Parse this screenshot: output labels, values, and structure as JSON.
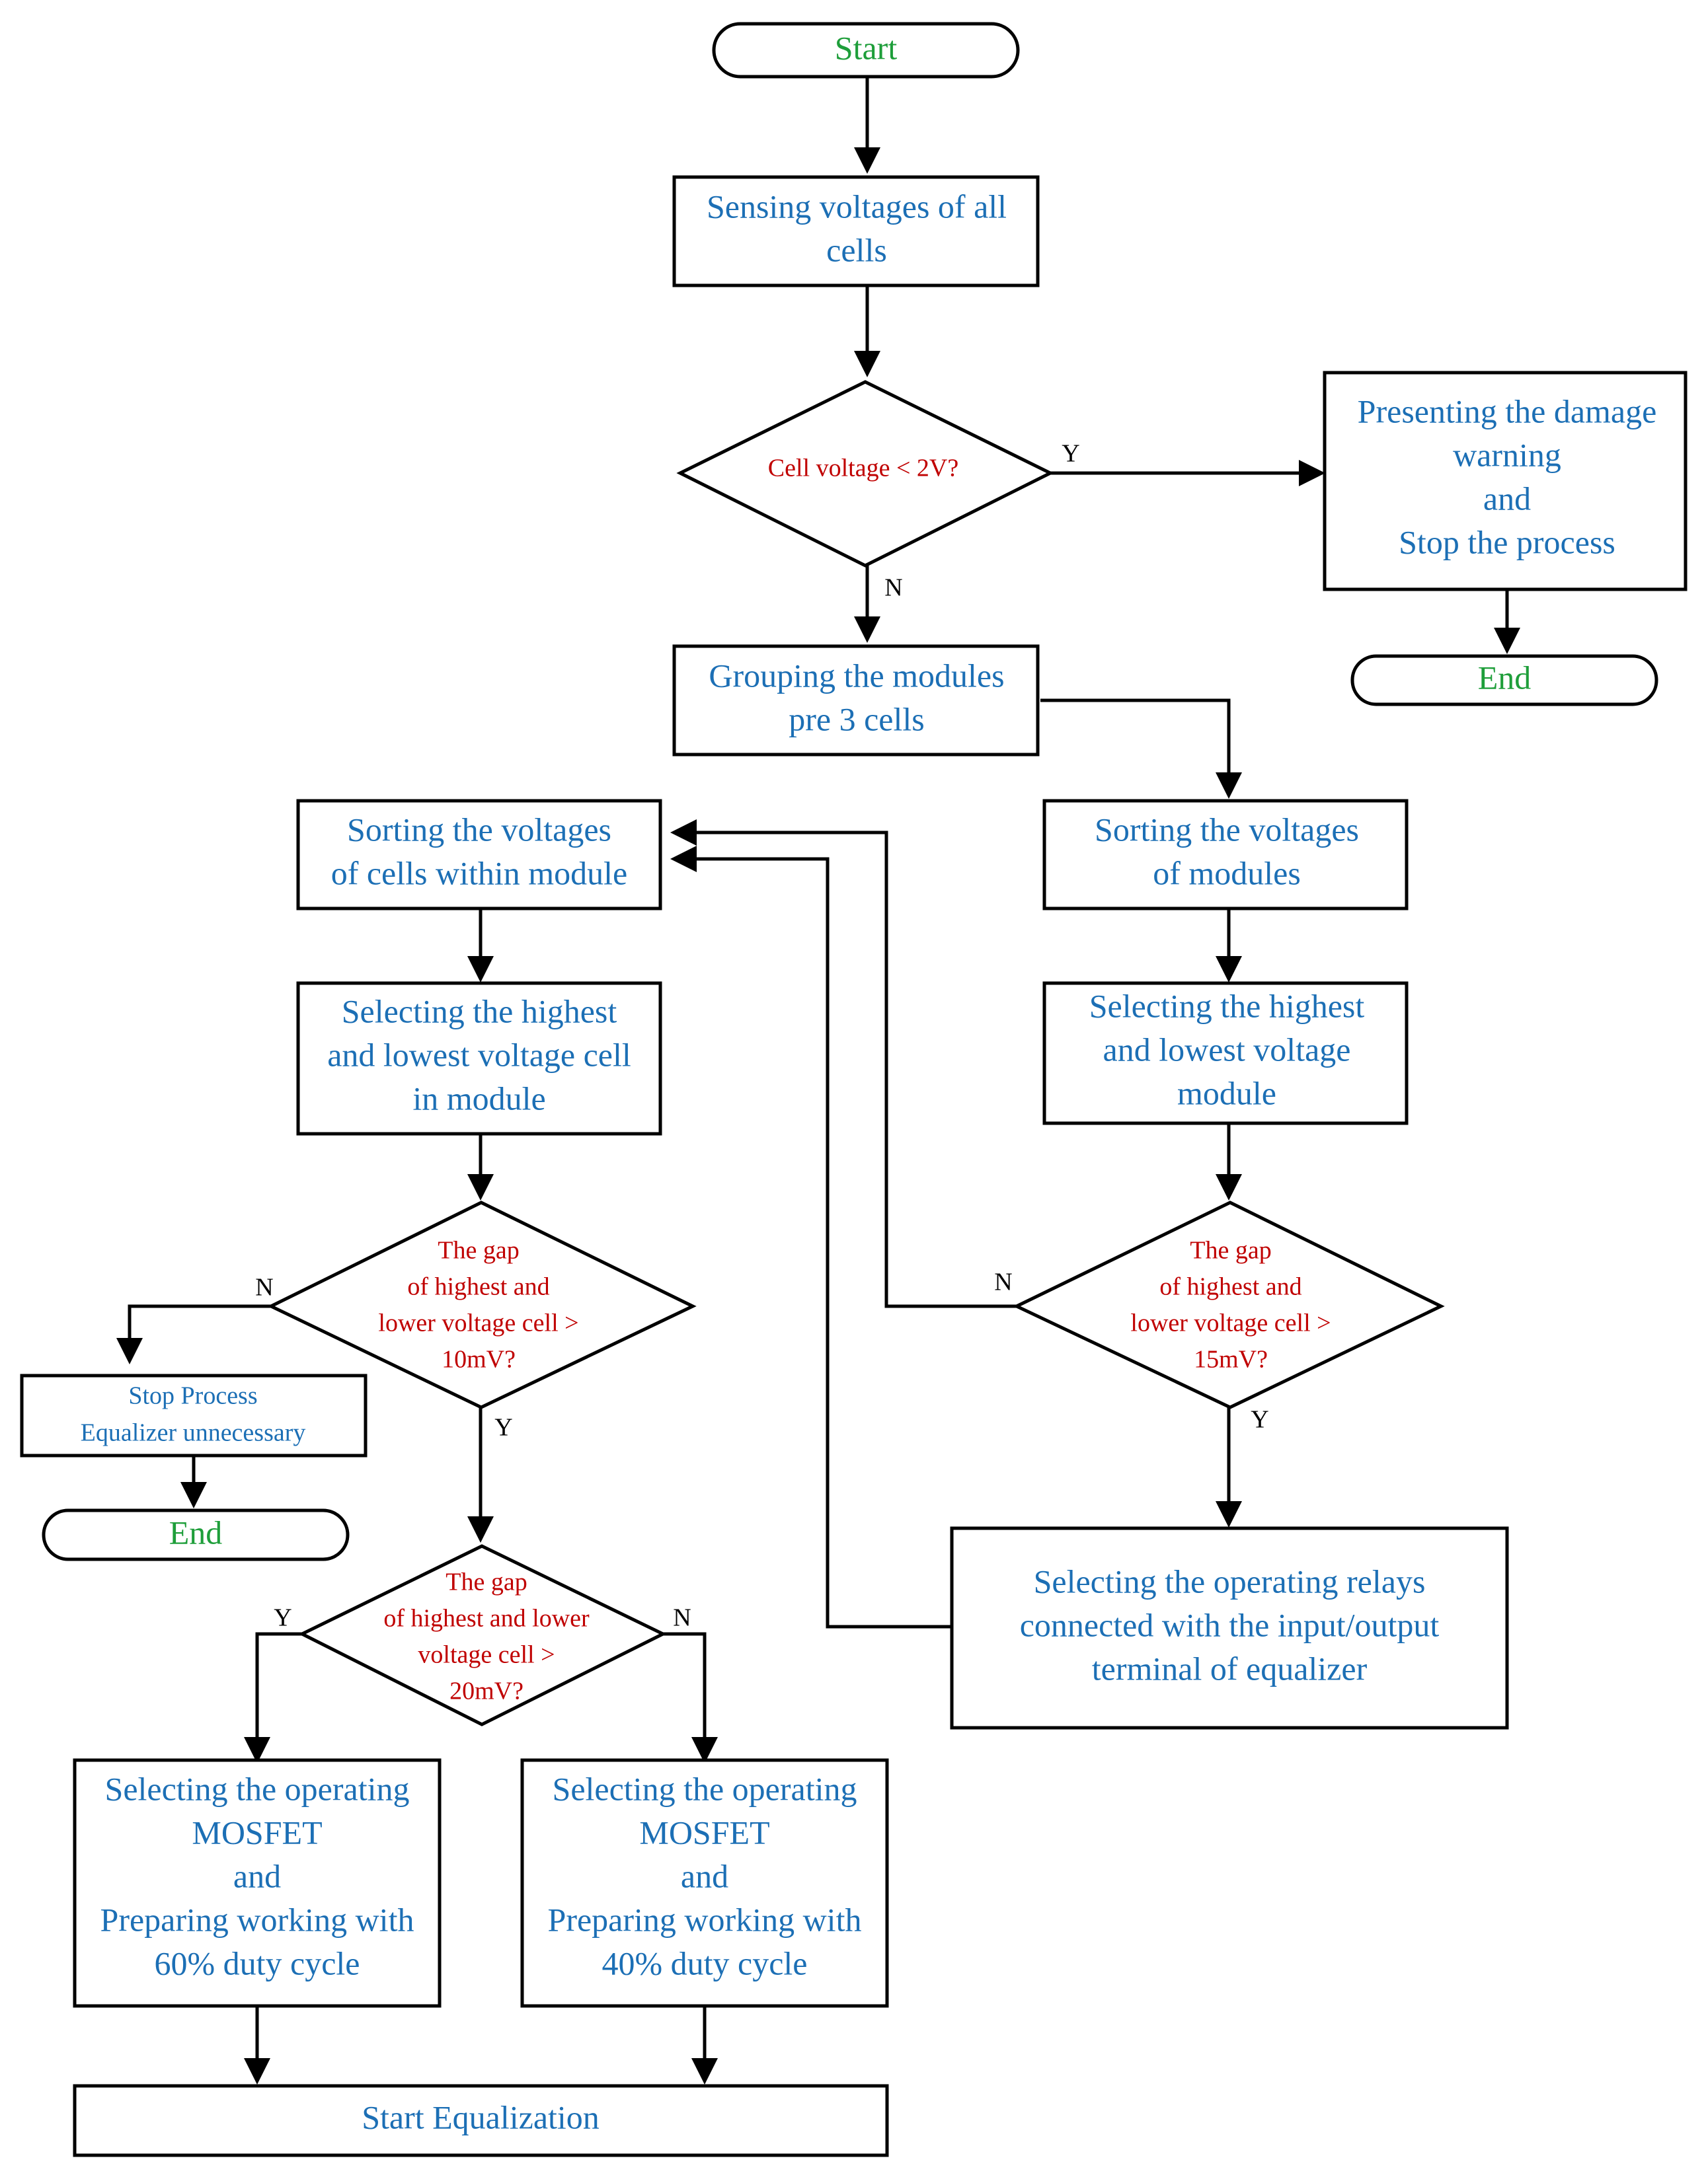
{
  "nodes": {
    "start": "Start",
    "sense": [
      "Sensing voltages of all",
      "cells"
    ],
    "cell_check": [
      "Cell voltage < 2V?"
    ],
    "warning": [
      "Presenting the damage",
      "warning",
      "and",
      "Stop the process"
    ],
    "end_top": "End",
    "group": [
      "Grouping the modules",
      "pre 3 cells"
    ],
    "sort_cells": [
      "Sorting the voltages",
      "of cells within module"
    ],
    "sort_modules": [
      "Sorting the voltages",
      "of modules"
    ],
    "select_cell": [
      "Selecting the highest",
      "and lowest voltage cell",
      "in module"
    ],
    "select_module": [
      "Selecting the highest",
      "and lowest voltage",
      "module"
    ],
    "gap10": [
      "The gap",
      "of highest and",
      "lower voltage cell >",
      "10mV?"
    ],
    "gap15": [
      "The gap",
      "of highest and",
      "lower voltage cell >",
      "15mV?"
    ],
    "stop": [
      "Stop Process",
      "Equalizer unnecessary"
    ],
    "end_left": "End",
    "gap20": [
      "The gap",
      "of highest and lower",
      "voltage cell >",
      "20mV?"
    ],
    "relays": [
      "Selecting the operating relays",
      "connected with the input/output",
      "terminal of equalizer"
    ],
    "mos60": [
      "Selecting the operating",
      "MOSFET",
      "and",
      "Preparing working with",
      "60% duty cycle"
    ],
    "mos40": [
      "Selecting the operating",
      "MOSFET",
      "and",
      "Preparing working with",
      "40% duty cycle"
    ],
    "start_eq": "Start Equalization"
  },
  "edge_labels": {
    "cell_yes": "Y",
    "cell_no": "N",
    "gap10_no": "N",
    "gap10_yes": "Y",
    "gap15_no": "N",
    "gap15_yes": "Y",
    "gap20_yes": "Y",
    "gap20_no": "N"
  },
  "colors": {
    "process_text": "#1c6fb5",
    "terminal_text": "#1e9e3a",
    "decision_text": "#c00000",
    "stroke": "#000000"
  }
}
